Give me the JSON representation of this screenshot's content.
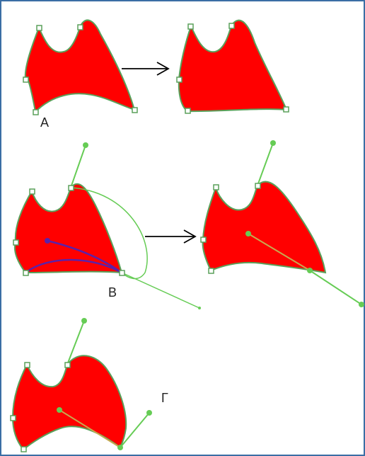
{
  "labels": {
    "a": "А",
    "b": "В",
    "g": "Г"
  },
  "colors": {
    "frame": "#3a6ea5",
    "fill": "#ff0000",
    "outline": "#5aa05a",
    "handle": "#66cc55",
    "inner_handle": "#c8a850",
    "purple": "#5a22aa",
    "arrow": "#000000"
  }
}
